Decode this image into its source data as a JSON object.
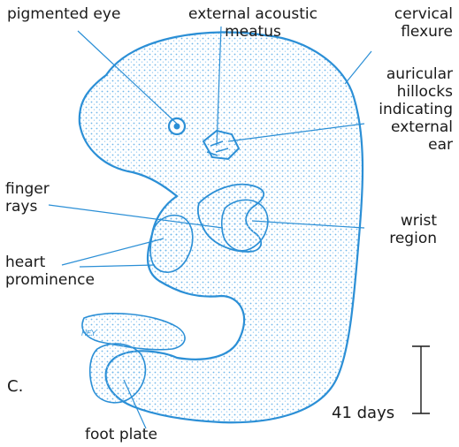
{
  "labels": {
    "pigmented_eye": "pigmented eye",
    "external_acoustic_meatus": [
      "external",
      "acoustic",
      "meatus"
    ],
    "cervical_flexure": [
      "cervical",
      "flexure"
    ],
    "auricular_hillocks": [
      "auricular",
      "hillocks",
      "indicating",
      "external",
      "ear"
    ],
    "finger_rays": [
      "finger",
      "rays"
    ],
    "wrist_region": [
      "wrist",
      "region"
    ],
    "heart_prominence": [
      "heart",
      "prominence"
    ],
    "foot_plate": "foot plate",
    "panel": "C.",
    "scale": "41 days",
    "signature": "HEY"
  },
  "colors": {
    "embryo_outline": "#2b8fd6",
    "embryo_stipple": "#6fb6ea",
    "leader_lines": "#2b8fd6",
    "text": "#1a1a1a",
    "scale_bar": "#1a1a1a"
  }
}
